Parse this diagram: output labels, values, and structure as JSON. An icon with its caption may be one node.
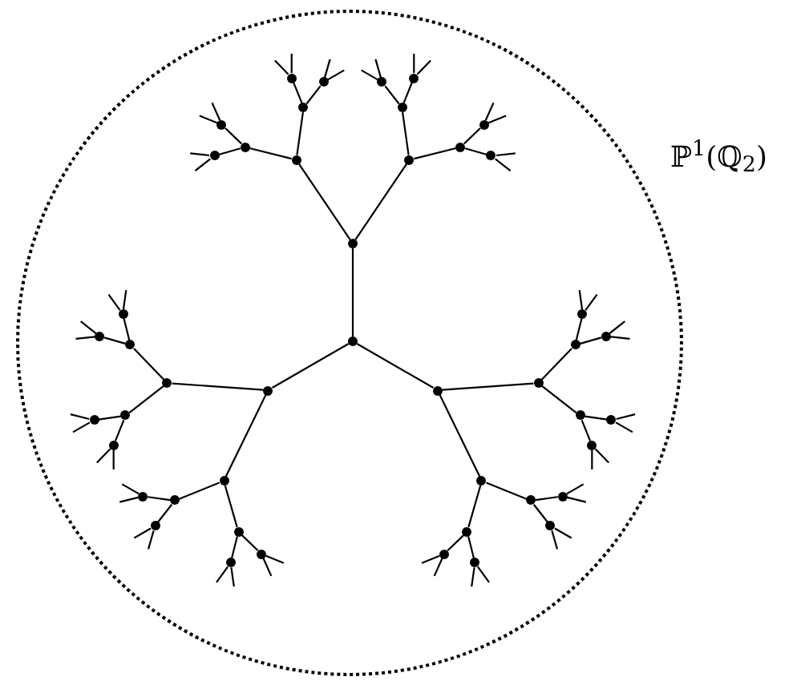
{
  "diagram": {
    "nodes": [
      {
        "text": [
          "ℙ$^{1}$(ℚ$_{2}$)"
        ]
      },
      {
        "text": [],
        "shape": "circle",
        "in": 0
      },
      {
        "text": [],
        "shape": "circle",
        "in": 0
      },
      {
        "text": [],
        "shape": "circle",
        "in": 0
      },
      {
        "text": [],
        "shape": "circle",
        "in": 0
      },
      {
        "text": [],
        "shape": "circle",
        "in": 0
      },
      {
        "text": [],
        "shape": "circle",
        "in": 0
      },
      {
        "text": [],
        "shape": "circle",
        "in": 0
      },
      {
        "text": [],
        "shape": "circle",
        "in": 0
      },
      {
        "text": [],
        "shape": "circle",
        "in": 0
      },
      {
        "text": [],
        "shape": "circle",
        "in": 0
      },
      {
        "text": [],
        "shape": "circle",
        "in": 0
      },
      {
        "text": [],
        "shape": "circle",
        "in": 0
      },
      {
        "text": [],
        "shape": "circle",
        "in": 0
      },
      {
        "text": [],
        "shape": "circle",
        "in": 0
      },
      {
        "text": [],
        "shape": "circle",
        "in": 0
      },
      {
        "text": [],
        "shape": "circle",
        "in": 0
      },
      {
        "text": [],
        "shape": "circle",
        "in": 0
      },
      {
        "text": [],
        "shape": "circle",
        "in": 0
      },
      {
        "text": [],
        "shape": "circle",
        "in": 0
      },
      {
        "text": [],
        "shape": "circle",
        "in": 0
      },
      {
        "text": [],
        "shape": "circle",
        "in": 0
      },
      {
        "text": [],
        "shape": "circle",
        "in": 0
      },
      {
        "text": [],
        "shape": "circle",
        "in": 0
      },
      {
        "text": [],
        "shape": "circle",
        "in": 0
      },
      {
        "text": [],
        "shape": "circle",
        "in": 0
      },
      {
        "text": [],
        "shape": "circle",
        "in": 0
      },
      {
        "text": [],
        "shape": "circle",
        "in": 0
      },
      {
        "text": [],
        "shape": "circle",
        "in": 0
      },
      {
        "text": [],
        "shape": "circle",
        "in": 0
      },
      {
        "text": [],
        "shape": "circle",
        "in": 0
      },
      {
        "text": [],
        "shape": "circle",
        "in": 0
      },
      {
        "text": [],
        "shape": "circle",
        "in": 0
      },
      {
        "text": [],
        "shape": "circle",
        "in": 0
      },
      {
        "text": [],
        "shape": "circle",
        "in": 0
      },
      {
        "text": [],
        "shape": "circle",
        "in": 0
      },
      {
        "text": [],
        "shape": "circle",
        "in": 0
      },
      {
        "text": [],
        "shape": "circle",
        "in": 0
      },
      {
        "text": [],
        "shape": "circle",
        "in": 0
      },
      {
        "text": [],
        "shape": "circle",
        "in": 0
      },
      {
        "text": [],
        "shape": "circle",
        "in": 0
      },
      {
        "text": [],
        "shape": "circle",
        "in": 0
      },
      {
        "text": [],
        "shape": "circle",
        "in": 0
      },
      {
        "text": [],
        "shape": "circle",
        "in": 0
      },
      {
        "text": [],
        "shape": "circle",
        "in": 0
      },
      {
        "text": [],
        "shape": "circle",
        "in": 0
      },
      {
        "text": [],
        "shape": "circle",
        "in": 0
      }
    ],
    "edges": [
      {
        "from": 1,
        "to": 2,
        "arrow": "none"
      },
      {
        "from": 1,
        "to": 3,
        "arrow": "none"
      },
      {
        "from": 1,
        "to": 4,
        "arrow": "none"
      },
      {
        "from": 2,
        "to": 5,
        "arrow": "none"
      },
      {
        "from": 2,
        "to": 6,
        "arrow": "none"
      },
      {
        "from": 3,
        "to": 7,
        "arrow": "none"
      },
      {
        "from": 3,
        "to": 8,
        "arrow": "none"
      },
      {
        "from": 4,
        "to": 9,
        "arrow": "none"
      },
      {
        "from": 4,
        "to": 10,
        "arrow": "none"
      },
      {
        "from": 5,
        "to": 11,
        "arrow": "none"
      },
      {
        "from": 5,
        "to": 12,
        "arrow": "none"
      },
      {
        "from": 6,
        "to": 13,
        "arrow": "none"
      },
      {
        "from": 6,
        "to": 14,
        "arrow": "none"
      },
      {
        "from": 7,
        "to": 15,
        "arrow": "none"
      },
      {
        "from": 7,
        "to": 16,
        "arrow": "none"
      },
      {
        "from": 8,
        "to": 17,
        "arrow": "none"
      },
      {
        "from": 8,
        "to": 18,
        "arrow": "none"
      },
      {
        "from": 9,
        "to": 19,
        "arrow": "none"
      },
      {
        "from": 9,
        "to": 20,
        "arrow": "none"
      },
      {
        "from": 10,
        "to": 21,
        "arrow": "none"
      },
      {
        "from": 10,
        "to": 22,
        "arrow": "none"
      },
      {
        "from": 11,
        "to": 23,
        "arrow": "none"
      },
      {
        "from": 11,
        "to": 24,
        "arrow": "none"
      },
      {
        "from": 12,
        "to": 25,
        "arrow": "none"
      },
      {
        "from": 12,
        "to": 26,
        "arrow": "none"
      },
      {
        "from": 13,
        "to": 27,
        "arrow": "none"
      },
      {
        "from": 13,
        "to": 28,
        "arrow": "none"
      },
      {
        "from": 14,
        "to": 29,
        "arrow": "none"
      },
      {
        "from": 14,
        "to": 30,
        "arrow": "none"
      },
      {
        "from": 15,
        "to": 31,
        "arrow": "none"
      },
      {
        "from": 15,
        "to": 32,
        "arrow": "none"
      },
      {
        "from": 16,
        "to": 33,
        "arrow": "none"
      },
      {
        "from": 16,
        "to": 34,
        "arrow": "none"
      },
      {
        "from": 17,
        "to": 35,
        "arrow": "none"
      },
      {
        "from": 17,
        "to": 36,
        "arrow": "none"
      },
      {
        "from": 18,
        "to": 37,
        "arrow": "none"
      },
      {
        "from": 18,
        "to": 38,
        "arrow": "none"
      },
      {
        "from": 19,
        "to": 39,
        "arrow": "none"
      },
      {
        "from": 19,
        "to": 40,
        "arrow": "none"
      },
      {
        "from": 20,
        "to": 41,
        "arrow": "none"
      },
      {
        "from": 20,
        "to": 42,
        "arrow": "none"
      },
      {
        "from": 21,
        "to": 43,
        "arrow": "none"
      },
      {
        "from": 21,
        "to": 44,
        "arrow": "none"
      },
      {
        "from": 22,
        "to": 45,
        "arrow": "none"
      },
      {
        "from": 22,
        "to": 46,
        "arrow": "none"
      },
      {
        "from": 23,
        "to": null,
        "arrow": "none"
      },
      {
        "from": 23,
        "to": null,
        "arrow": "none"
      },
      {
        "from": 24,
        "to": null,
        "arrow": "none"
      },
      {
        "from": 24,
        "to": null,
        "arrow": "none"
      },
      {
        "from": 25,
        "to": null,
        "arrow": "none"
      },
      {
        "from": 25,
        "to": null,
        "arrow": "none"
      },
      {
        "from": 26,
        "to": null,
        "arrow": "none"
      },
      {
        "from": 26,
        "to": null,
        "arrow": "none"
      },
      {
        "from": 27,
        "to": null,
        "arrow": "none"
      },
      {
        "from": 27,
        "to": null,
        "arrow": "none"
      },
      {
        "from": 28,
        "to": null,
        "arrow": "none"
      },
      {
        "from": 28,
        "to": null,
        "arrow": "none"
      },
      {
        "from": 29,
        "to": null,
        "arrow": "none"
      },
      {
        "from": 29,
        "to": null,
        "arrow": "none"
      },
      {
        "from": 30,
        "to": null,
        "arrow": "none"
      },
      {
        "from": 30,
        "to": null,
        "arrow": "none"
      },
      {
        "from": 31,
        "to": null,
        "arrow": "none"
      },
      {
        "from": 31,
        "to": null,
        "arrow": "none"
      },
      {
        "from": 32,
        "to": null,
        "arrow": "none"
      },
      {
        "from": 32,
        "to": null,
        "arrow": "none"
      },
      {
        "from": 33,
        "to": null,
        "arrow": "none"
      },
      {
        "from": 33,
        "to": null,
        "arrow": "none"
      },
      {
        "from": 34,
        "to": null,
        "arrow": "none"
      },
      {
        "from": 34,
        "to": null,
        "arrow": "none"
      },
      {
        "from": 35,
        "to": null,
        "arrow": "none"
      },
      {
        "from": 35,
        "to": null,
        "arrow": "none"
      },
      {
        "from": 36,
        "to": null,
        "arrow": "none"
      },
      {
        "from": 36,
        "to": null,
        "arrow": "none"
      },
      {
        "from": 37,
        "to": null,
        "arrow": "none"
      },
      {
        "from": 37,
        "to": null,
        "arrow": "none"
      },
      {
        "from": 38,
        "to": null,
        "arrow": "none"
      },
      {
        "from": 38,
        "to": null,
        "arrow": "none"
      },
      {
        "from": 39,
        "to": null,
        "arrow": "none"
      },
      {
        "from": 39,
        "to": null,
        "arrow": "none"
      },
      {
        "from": 40,
        "to": null,
        "arrow": "none"
      },
      {
        "from": 40,
        "to": null,
        "arrow": "none"
      },
      {
        "from": 41,
        "to": null,
        "arrow": "none"
      },
      {
        "from": 41,
        "to": null,
        "arrow": "none"
      },
      {
        "from": 42,
        "to": null,
        "arrow": "none"
      },
      {
        "from": 42,
        "to": null,
        "arrow": "none"
      },
      {
        "from": 43,
        "to": null,
        "arrow": "none"
      },
      {
        "from": 43,
        "to": null,
        "arrow": "none"
      },
      {
        "from": 44,
        "to": null,
        "arrow": "none"
      },
      {
        "from": 44,
        "to": null,
        "arrow": "none"
      },
      {
        "from": 45,
        "to": null,
        "arrow": "none"
      },
      {
        "from": 45,
        "to": null,
        "arrow": "none"
      },
      {
        "from": 46,
        "to": null,
        "arrow": "none"
      },
      {
        "from": 46,
        "to": null,
        "arrow": "none"
      }
    ]
  }
}
